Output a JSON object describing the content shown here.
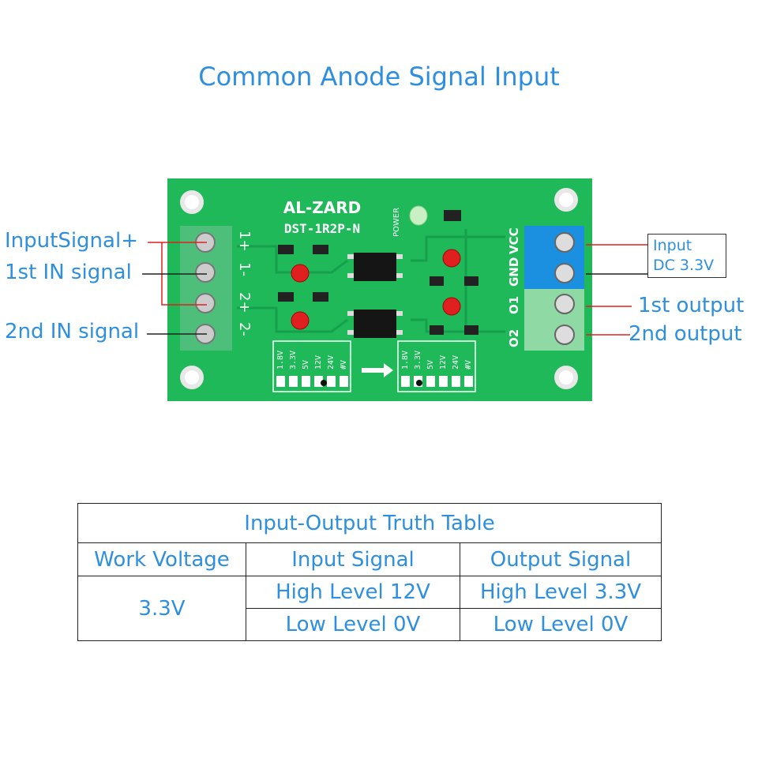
{
  "title": "Common Anode Signal Input",
  "board": {
    "brand": "AL-ZARD",
    "model": "DST-1R2P-N",
    "power_label": "POWER",
    "input_terminals": [
      "1+",
      "1-",
      "2+",
      "2-"
    ],
    "output_terminals": [
      "VCC",
      "GND",
      "O1",
      "O2"
    ],
    "voltage_options": [
      "1.8V",
      "3.3V",
      "5V",
      "12V",
      "24V",
      "#V"
    ]
  },
  "callouts": {
    "input_signal_plus": "InputSignal+",
    "first_in_signal": "1st IN signal",
    "second_in_signal": "2nd IN signal",
    "input_dc_line1": "Input",
    "input_dc_line2": "DC 3.3V",
    "first_output": "1st output",
    "second_output": "2nd output"
  },
  "truth_table": {
    "caption": "Input-Output Truth Table",
    "headers": [
      "Work Voltage",
      "Input Signal",
      "Output Signal"
    ],
    "work_voltage": "3.3V",
    "rows": [
      {
        "input": "High Level 12V",
        "output": "High Level 3.3V"
      },
      {
        "input": "Low Level 0V",
        "output": "Low Level 0V"
      }
    ]
  },
  "colors": {
    "accent": "#2e8fe0",
    "pcb": "#1fb95a",
    "terminal_green": "#4dbf7a",
    "terminal_blue": "#1b8fe0",
    "callout_line": "#e02020"
  }
}
